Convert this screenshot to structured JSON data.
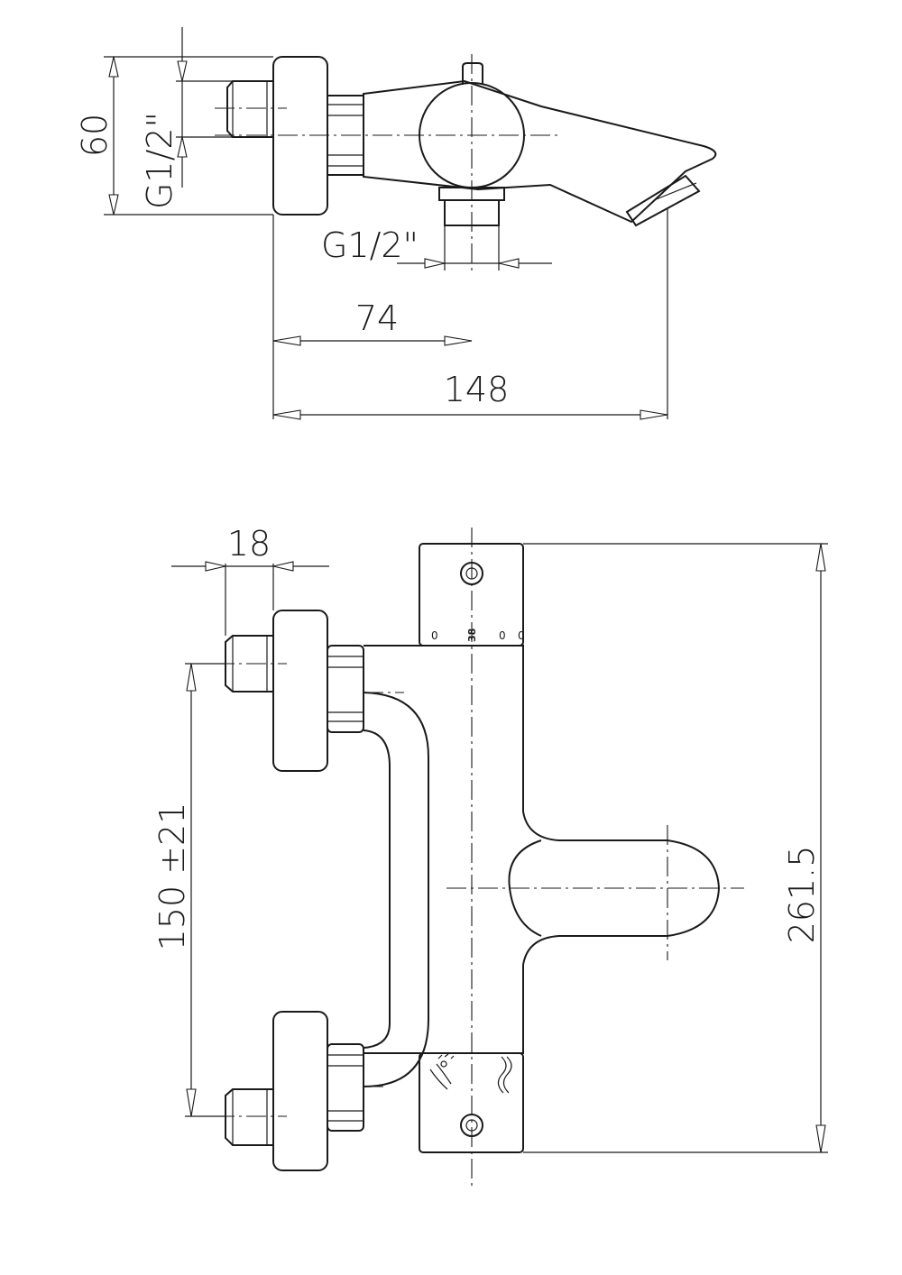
{
  "top_view": {
    "dim_height": "60",
    "dim_thread_inlet": "G1/2\"",
    "dim_thread_outlet": "G1/2\"",
    "dim_center_distance": "74",
    "dim_depth": "148"
  },
  "front_view": {
    "dim_nut_width": "18",
    "dim_inlet_spacing": "150 ±21",
    "dim_total_width": "261.5",
    "thermostat_scale": [
      "0",
      "38",
      "0",
      "0"
    ]
  },
  "icons": [
    "shower-icon",
    "spout-wave-icon",
    "mounting-screw-icon"
  ]
}
